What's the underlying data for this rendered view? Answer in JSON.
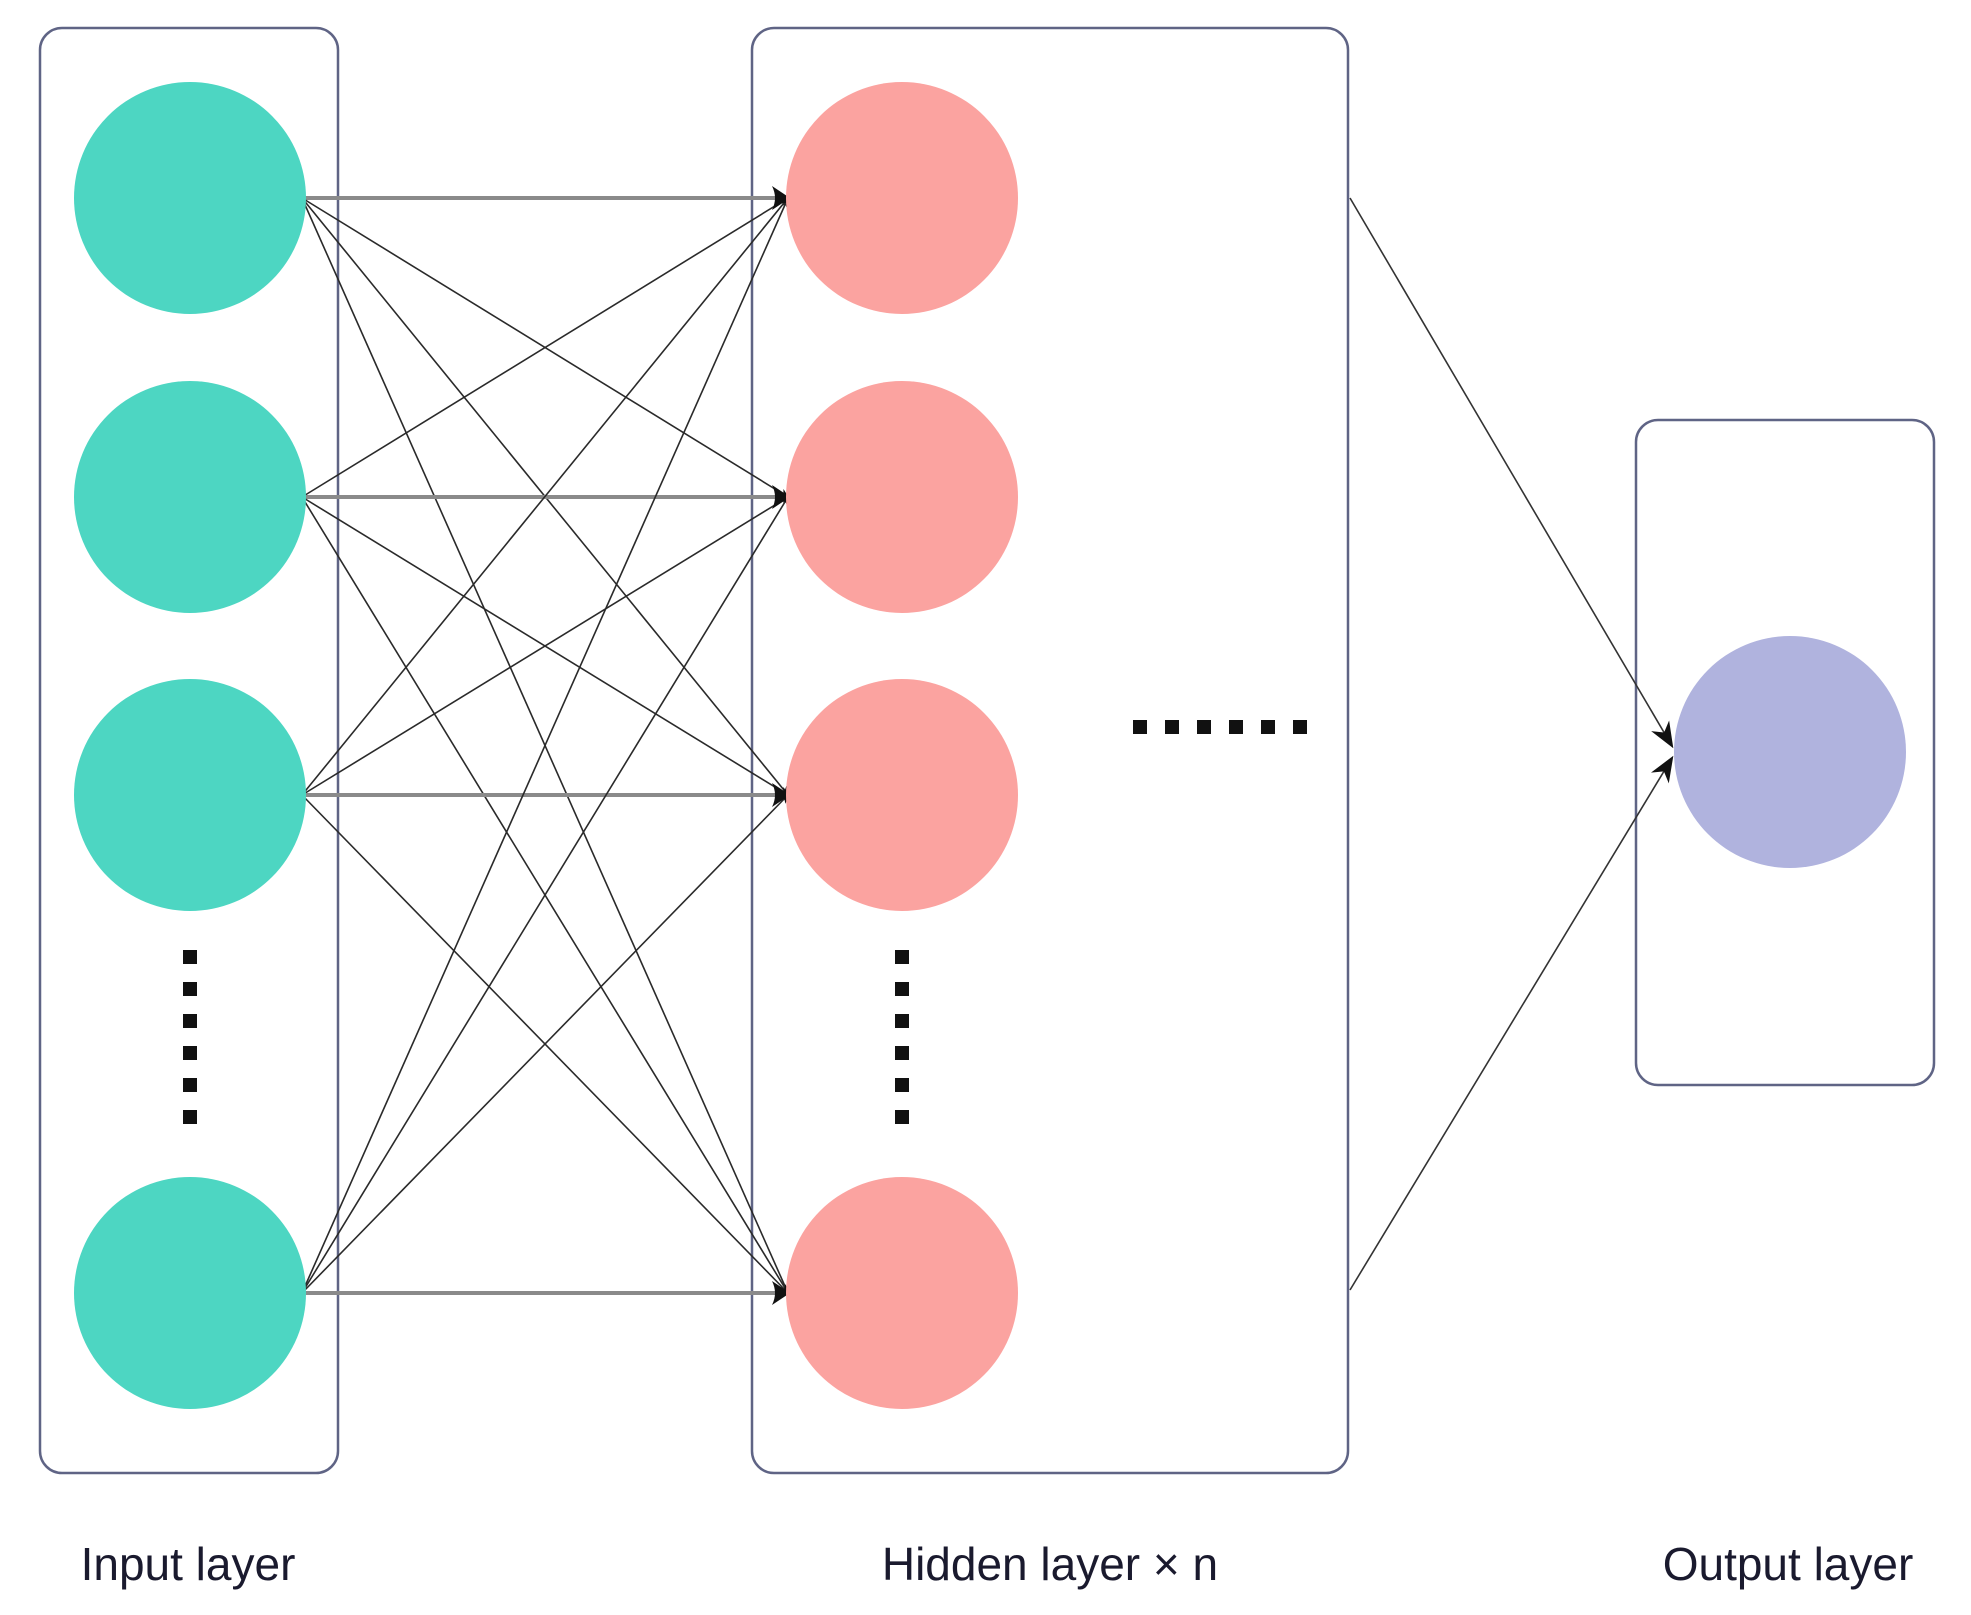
{
  "labels": {
    "input": "Input layer",
    "hidden": "Hidden layer × n",
    "output": "Output layer"
  },
  "colors": {
    "input_node": "#4dd6c2",
    "hidden_node": "#fba3a0",
    "output_node": "#b0b3de",
    "box_border": "#5f6485",
    "edge": "#2a2a2a"
  },
  "nodes": {
    "input": {
      "shown": 4,
      "ellipsis": "vertical"
    },
    "hidden": {
      "shown": 4,
      "ellipsis": "vertical"
    },
    "output": {
      "shown": 1
    }
  },
  "hidden_repeat_ellipsis": "horizontal"
}
